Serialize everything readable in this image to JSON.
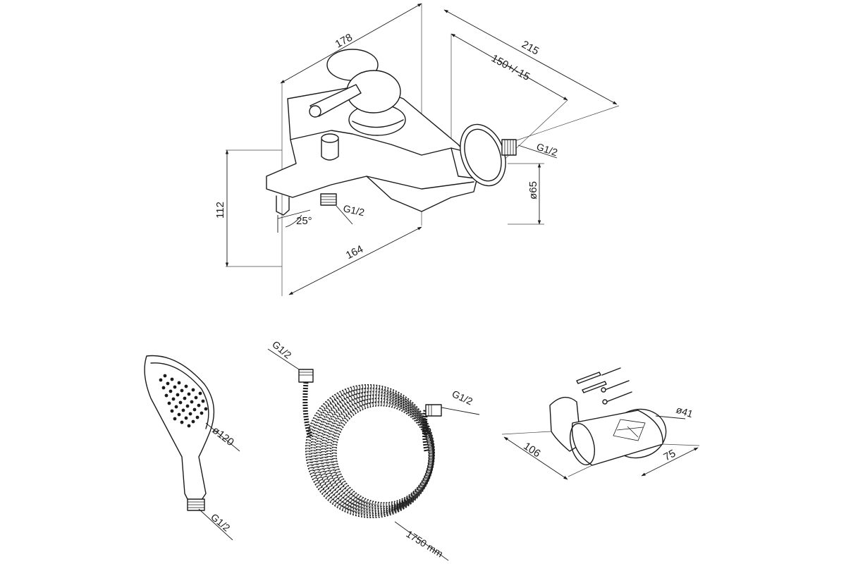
{
  "faucet": {
    "dim_width_front": "178",
    "dim_total_depth": "215",
    "dim_spacing": "150+/-15",
    "dim_height": "112",
    "dim_spout": "164",
    "angle": "25°",
    "thread_outlet": "G1/2",
    "thread_inlet": "G1/2",
    "flange_diameter": "ø65"
  },
  "hand_shower": {
    "diameter": "ø120",
    "thread": "G1/2"
  },
  "hose": {
    "thread_top": "G1/2",
    "thread_end": "G1/2",
    "length": "1750 mm"
  },
  "holder": {
    "length": "106",
    "depth": "75",
    "diameter": "ø41"
  }
}
